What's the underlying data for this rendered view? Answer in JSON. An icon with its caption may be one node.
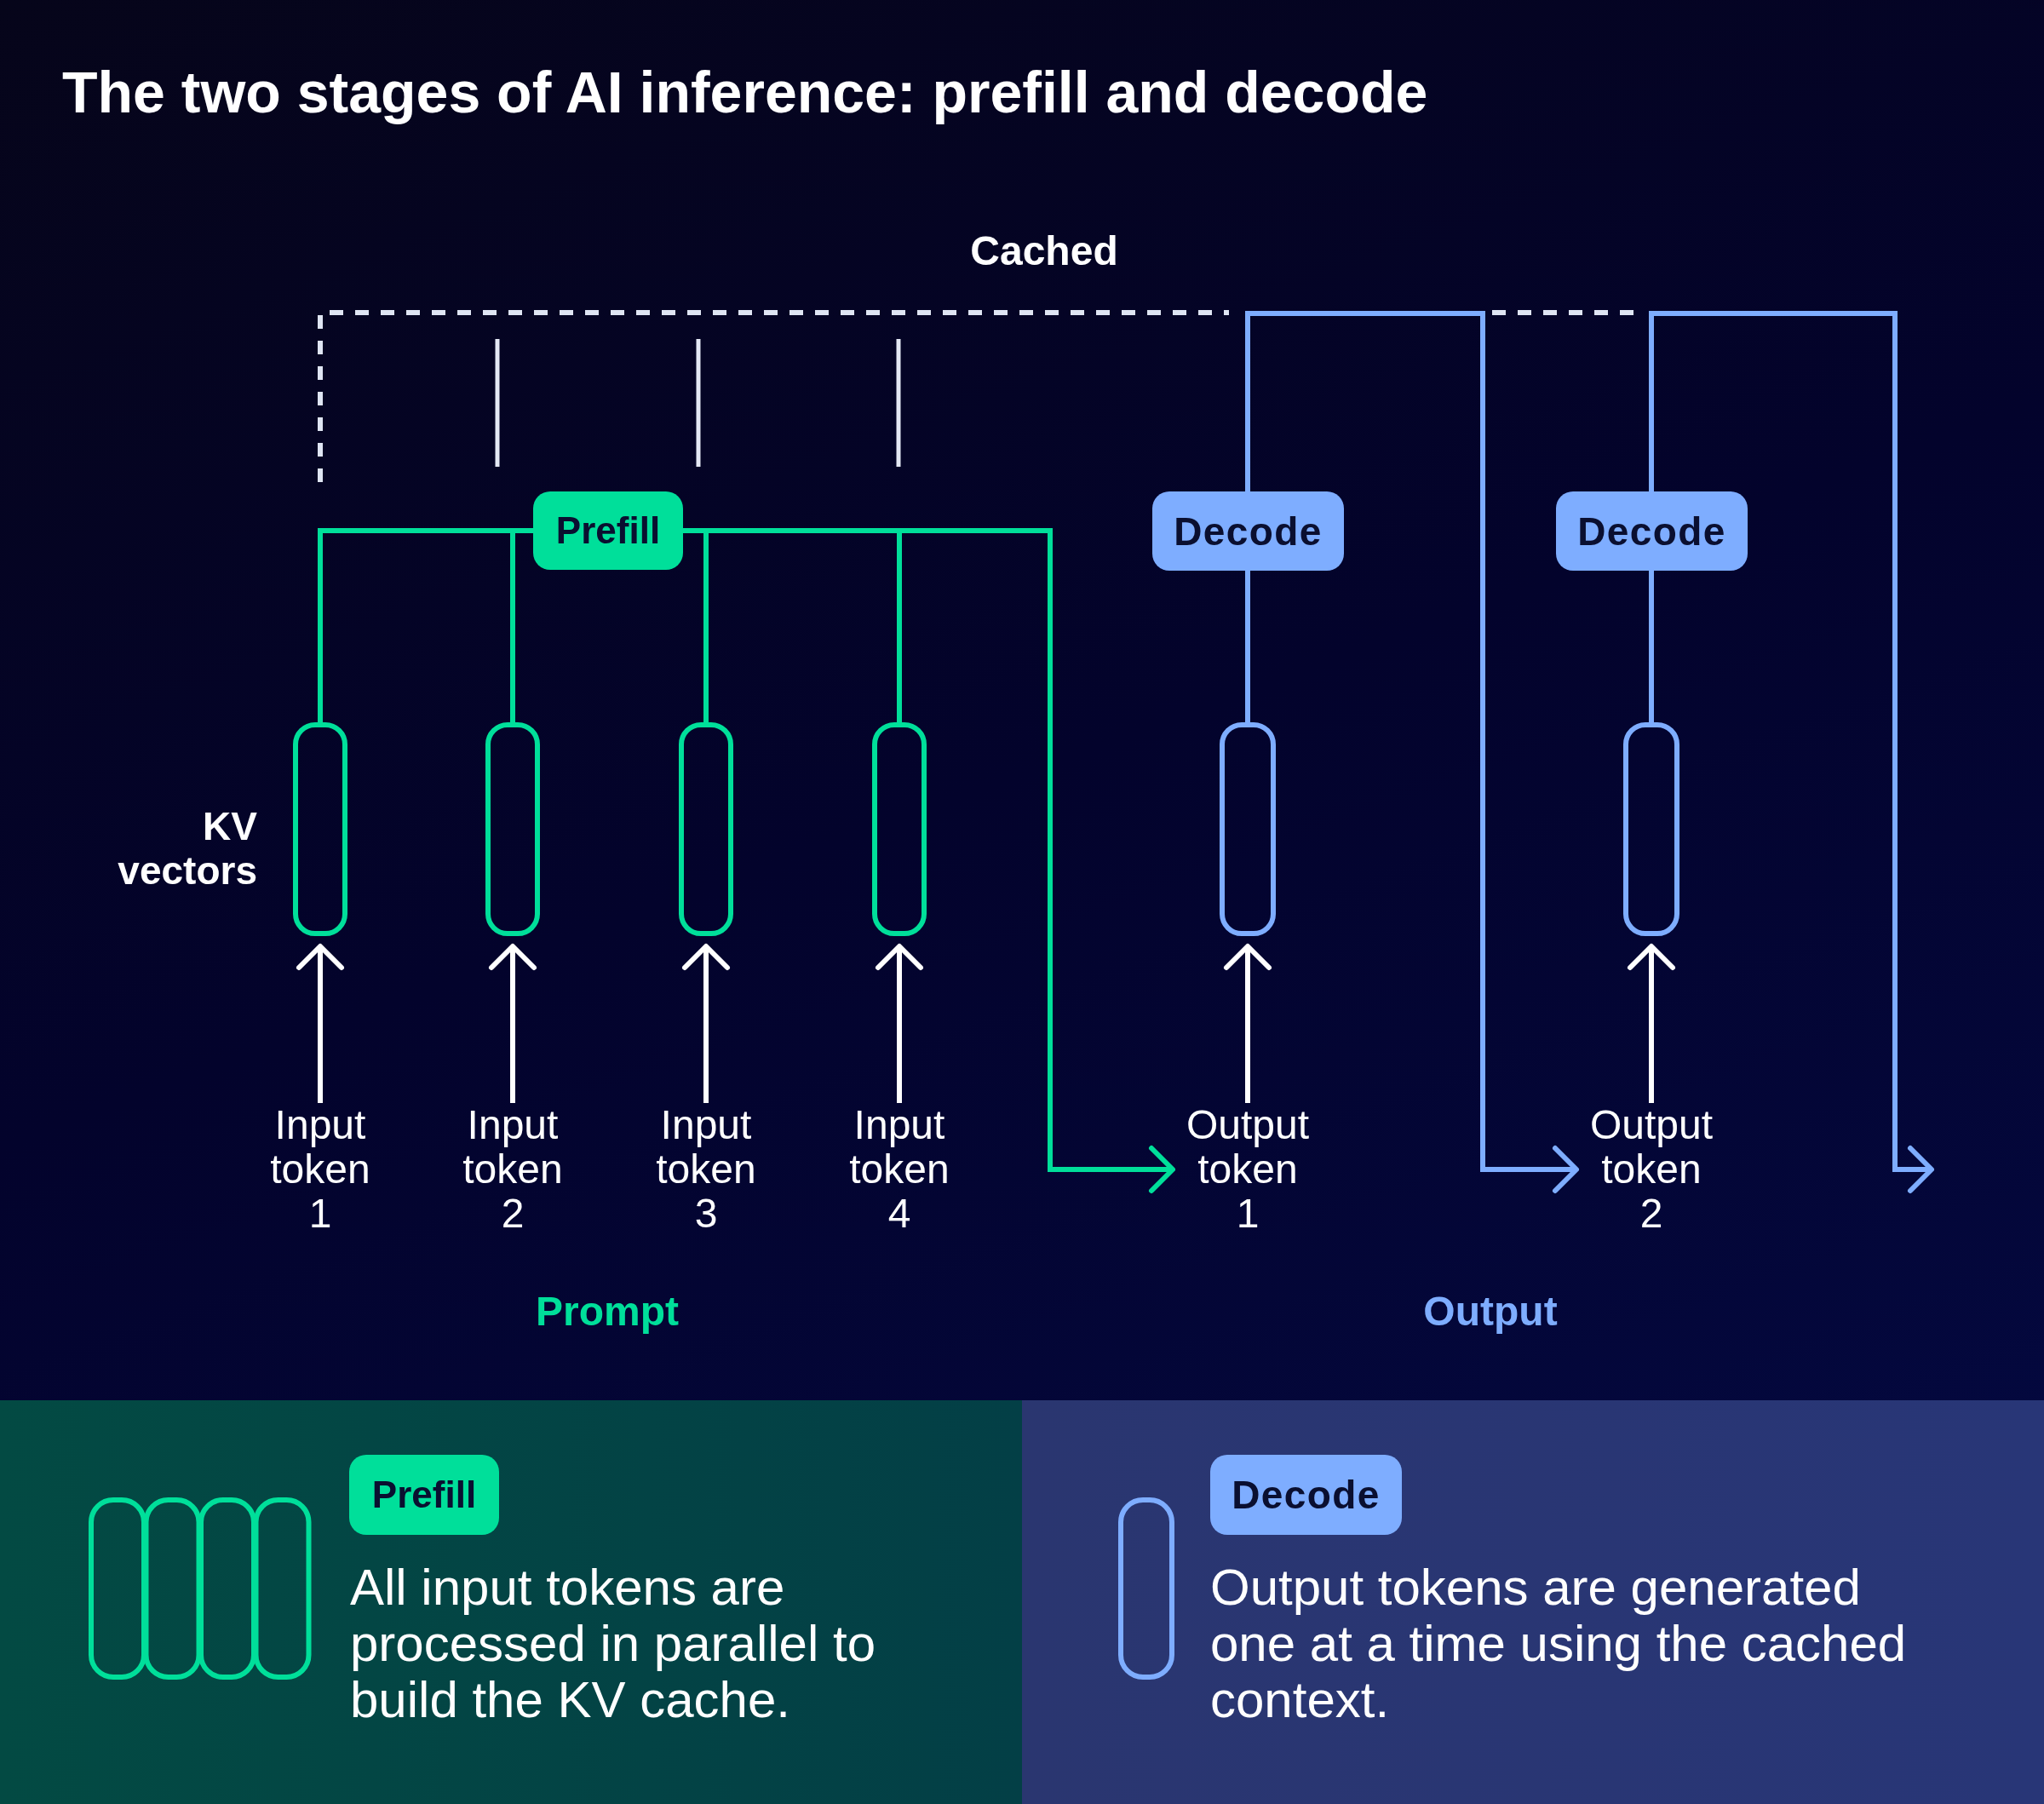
{
  "diagram": {
    "title": "The two stages of AI inference: prefill and decode",
    "nodes": [
      {
        "text": [
          "Prefill"
        ]
      },
      {
        "text": [
          "Decode"
        ]
      },
      {
        "text": [
          "Decode"
        ]
      },
      {
        "text": [],
        "shape": "box"
      },
      {
        "text": [],
        "shape": "box"
      },
      {
        "text": [],
        "shape": "box"
      },
      {
        "text": [],
        "shape": "box"
      },
      {
        "text": [],
        "shape": "box"
      },
      {
        "text": [],
        "shape": "box"
      },
      {
        "text": [
          "Input token 1"
        ]
      },
      {
        "text": [
          "Input token 2"
        ]
      },
      {
        "text": [
          "Input token 3"
        ]
      },
      {
        "text": [
          "Input token 4"
        ]
      },
      {
        "text": [
          "Output token 1"
        ]
      },
      {
        "text": [
          "Output token 2"
        ]
      },
      {
        "text": [
          "All input tokens are processed in parallel to build the KV cache."
        ]
      },
      {
        "text": [
          "Prefill"
        ],
        "in": 15
      },
      {
        "text": [
          "Output tokens are generated one at a time using the cached context."
        ]
      },
      {
        "text": [
          "Decode"
        ],
        "in": 17
      }
    ],
    "edges": [
      {
        "from": 0,
        "to": 3,
        "arrow": "none",
        "color": "#00df9a"
      },
      {
        "from": 0,
        "to": 4,
        "arrow": "none",
        "color": "#00df9a"
      },
      {
        "from": 0,
        "to": 5,
        "arrow": "none",
        "color": "#00df9a"
      },
      {
        "from": 0,
        "to": 6,
        "arrow": "none",
        "color": "#00df9a"
      },
      {
        "from": 0,
        "to": 13,
        "arrow": "to",
        "color": "#00df9a"
      },
      {
        "from": 1,
        "to": 7,
        "arrow": "none",
        "color": "#7eadff"
      },
      {
        "from": 1,
        "to": 14,
        "arrow": "to",
        "color": "#7eadff"
      },
      {
        "from": 2,
        "to": 8,
        "arrow": "none",
        "color": "#7eadff"
      },
      {
        "from": 2,
        "to": null,
        "arrow": "to",
        "color": "#7eadff"
      },
      {
        "from": 9,
        "to": 3,
        "arrow": "to"
      },
      {
        "from": 10,
        "to": 4,
        "arrow": "to"
      },
      {
        "from": 11,
        "to": 5,
        "arrow": "to"
      },
      {
        "from": 12,
        "to": 6,
        "arrow": "to"
      },
      {
        "from": 13,
        "to": 7,
        "arrow": "to"
      },
      {
        "from": 14,
        "to": 8,
        "arrow": "to"
      }
    ],
    "labels": [
      "Cached",
      "KV vectors",
      "Prompt",
      "Output"
    ]
  }
}
